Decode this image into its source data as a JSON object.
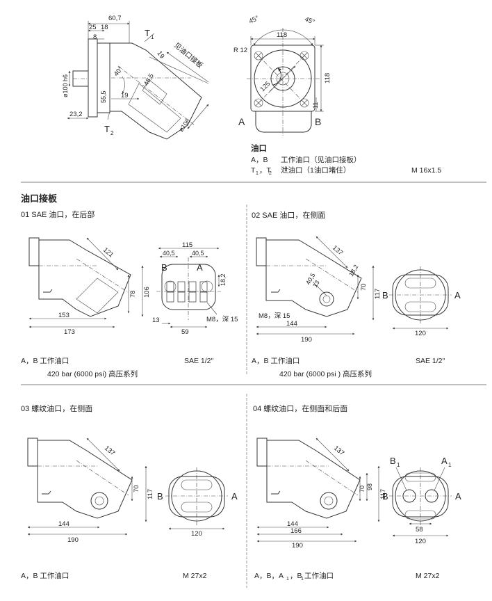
{
  "top": {
    "side_dims": [
      "60,7",
      "25",
      "18",
      "8",
      "ø100 h6",
      "55,5",
      "19",
      "23,2",
      "40°",
      "48,5",
      "19",
      "ø106"
    ],
    "side_labels": {
      "t1": "T",
      "t1_sub": "1",
      "t2": "T",
      "t2_sub": "2",
      "note": "见油口接板"
    },
    "front_dims": [
      "45°",
      "45°",
      "118",
      "R 12",
      "125",
      "118",
      "11"
    ],
    "front_labels": {
      "a": "A",
      "b": "B"
    },
    "legend": {
      "title": "油口",
      "row1_key": "A，B",
      "row1_desc": "工作油口（见油口接板）",
      "row2_key": "T",
      "row2_sub1": "1",
      "row2_sep": "，T",
      "row2_sub2": "2",
      "row2_desc": "泄油口（1油口堵住）",
      "row2_value": "M 16x1.5"
    }
  },
  "section_title": "油口接板",
  "panels": [
    {
      "title": "01  SAE 油口，在后部",
      "dims": [
        "121",
        "78",
        "106",
        "153",
        "173",
        "115",
        "40,5",
        "40,5",
        "18,2",
        "13",
        "59"
      ],
      "labels": {
        "a": "A",
        "b": "B",
        "note": "M8，深 15"
      },
      "footer_key": "A，B    工作油口",
      "footer_value": "SAE 1/2\"",
      "footer_line2": "420 bar   (6000 psi)  高压系列"
    },
    {
      "title": "02  SAE 油口，在侧面",
      "dims": [
        "137",
        "40,5",
        "13",
        "18,2",
        "70",
        "117",
        "144",
        "190",
        "120"
      ],
      "labels": {
        "a": "A",
        "b": "B",
        "note": "M8，深 15"
      },
      "footer_key": "A，B    工作油口",
      "footer_value": "SAE 1/2\"",
      "footer_line2": "420 bar   (6000 psi )  高压系列"
    },
    {
      "title": "03  螺纹油口，在侧面",
      "dims": [
        "137",
        "70",
        "117",
        "144",
        "190",
        "120"
      ],
      "labels": {
        "a": "A",
        "b": "B"
      },
      "footer_key": "A，B    工作油口",
      "footer_value": "M  27x2"
    },
    {
      "title": "04  螺纹油口，在侧面和后面",
      "dims": [
        "137",
        "70",
        "98",
        "117",
        "144",
        "166",
        "190",
        "58",
        "120"
      ],
      "labels": {
        "a": "A",
        "b": "B",
        "a1": "A",
        "b1": "B",
        "sub": "1"
      },
      "footer_key": "A，B，A",
      "footer_key_sub1": "1",
      "footer_key_mid": "，B",
      "footer_key_sub2": "1",
      "footer_key_end": " 工作油口",
      "footer_value": "M  27x2"
    }
  ]
}
